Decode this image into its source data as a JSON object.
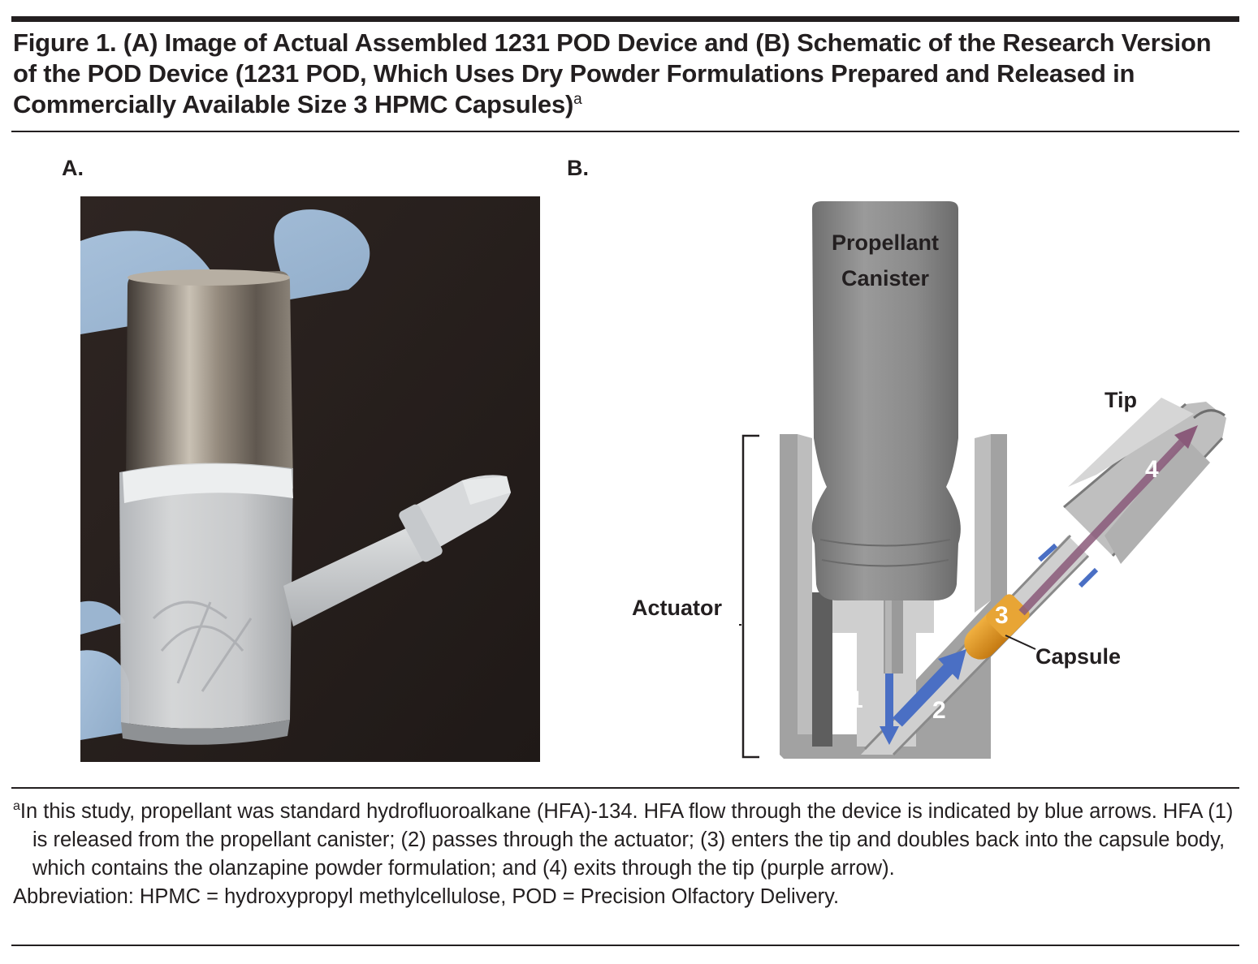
{
  "figure": {
    "title_main": "Figure 1. (A) Image of Actual Assembled 1231 POD Device and (B) Schematic of the Research Version of the POD Device (1231 POD, Which Uses Dry Powder Formulations Prepared and Released in Commercially Available Size 3 HPMC Capsules)",
    "title_marker": "a"
  },
  "panels": {
    "a_label": "A.",
    "b_label": "B."
  },
  "schematic": {
    "propellant_line1": "Propellant",
    "propellant_line2": "Canister",
    "actuator": "Actuator",
    "tip": "Tip",
    "capsule": "Capsule",
    "step1": "1",
    "step2": "2",
    "step3": "3",
    "step4": "4",
    "colors": {
      "device_gray": "#8a8a8a",
      "hfa_flow_arrow": "#4a6fc4",
      "tip_arrow_purple": "#8a5a7a",
      "capsule_orange": "#e09420"
    }
  },
  "footnote": {
    "marker": "a",
    "note": "In this study, propellant was standard hydrofluoroalkane (HFA)-134. HFA flow through the device is indicated by blue arrows. HFA (1) is released from the propellant canister; (2) passes through the actuator; (3) enters the tip and doubles back into the capsule body, which contains the olanzapine powder formulation; and (4) exits through the tip (purple arrow).",
    "abbreviation": "Abbreviation: HPMC = hydroxypropyl methylcellulose, POD = Precision Olfactory Delivery."
  }
}
